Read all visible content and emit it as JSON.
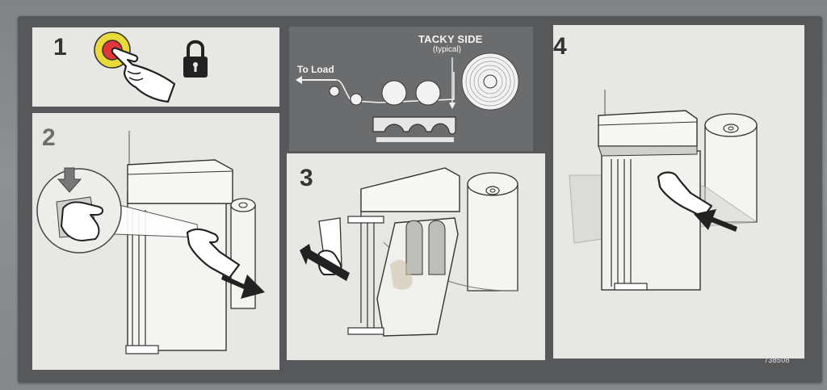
{
  "steps": {
    "step1": {
      "number": "1"
    },
    "step2": {
      "number": "2"
    },
    "step3": {
      "number": "3"
    },
    "step4": {
      "number": "4"
    }
  },
  "diagram": {
    "tacky_side_label": "TACKY SIDE",
    "typical_label": "(typical)",
    "to_load_label": "To Load"
  },
  "part_number": "738508",
  "icons": [
    "stop-button-icon",
    "padlock-icon",
    "hand-pointer-icon",
    "arrow-icon",
    "roll-icon"
  ],
  "colors": {
    "plate": "#56585a",
    "panel": "#e7e8e3",
    "diagram_panel": "#6b6c6e",
    "button_red": "#e2373a",
    "button_ring": "#e9d93a",
    "line": "#333333"
  }
}
